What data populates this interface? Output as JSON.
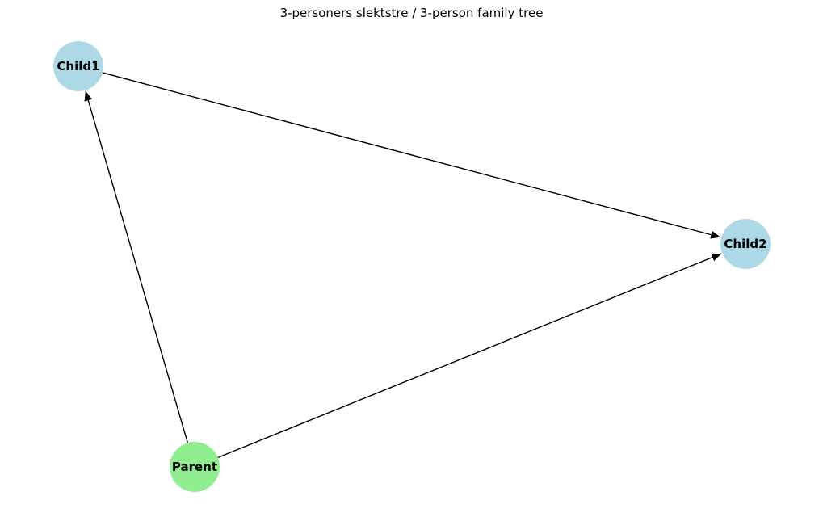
{
  "title": "3-personers slektstre / 3-person family tree",
  "nodes": [
    {
      "id": "Child1",
      "label": "Child1",
      "color": "#add8e6"
    },
    {
      "id": "Child2",
      "label": "Child2",
      "color": "#add8e6"
    },
    {
      "id": "Parent",
      "label": "Parent",
      "color": "#90ee90"
    }
  ],
  "edges": [
    {
      "from": "Parent",
      "to": "Child1"
    },
    {
      "from": "Parent",
      "to": "Child2"
    },
    {
      "from": "Child1",
      "to": "Child2"
    }
  ],
  "edge_color": "#000000"
}
